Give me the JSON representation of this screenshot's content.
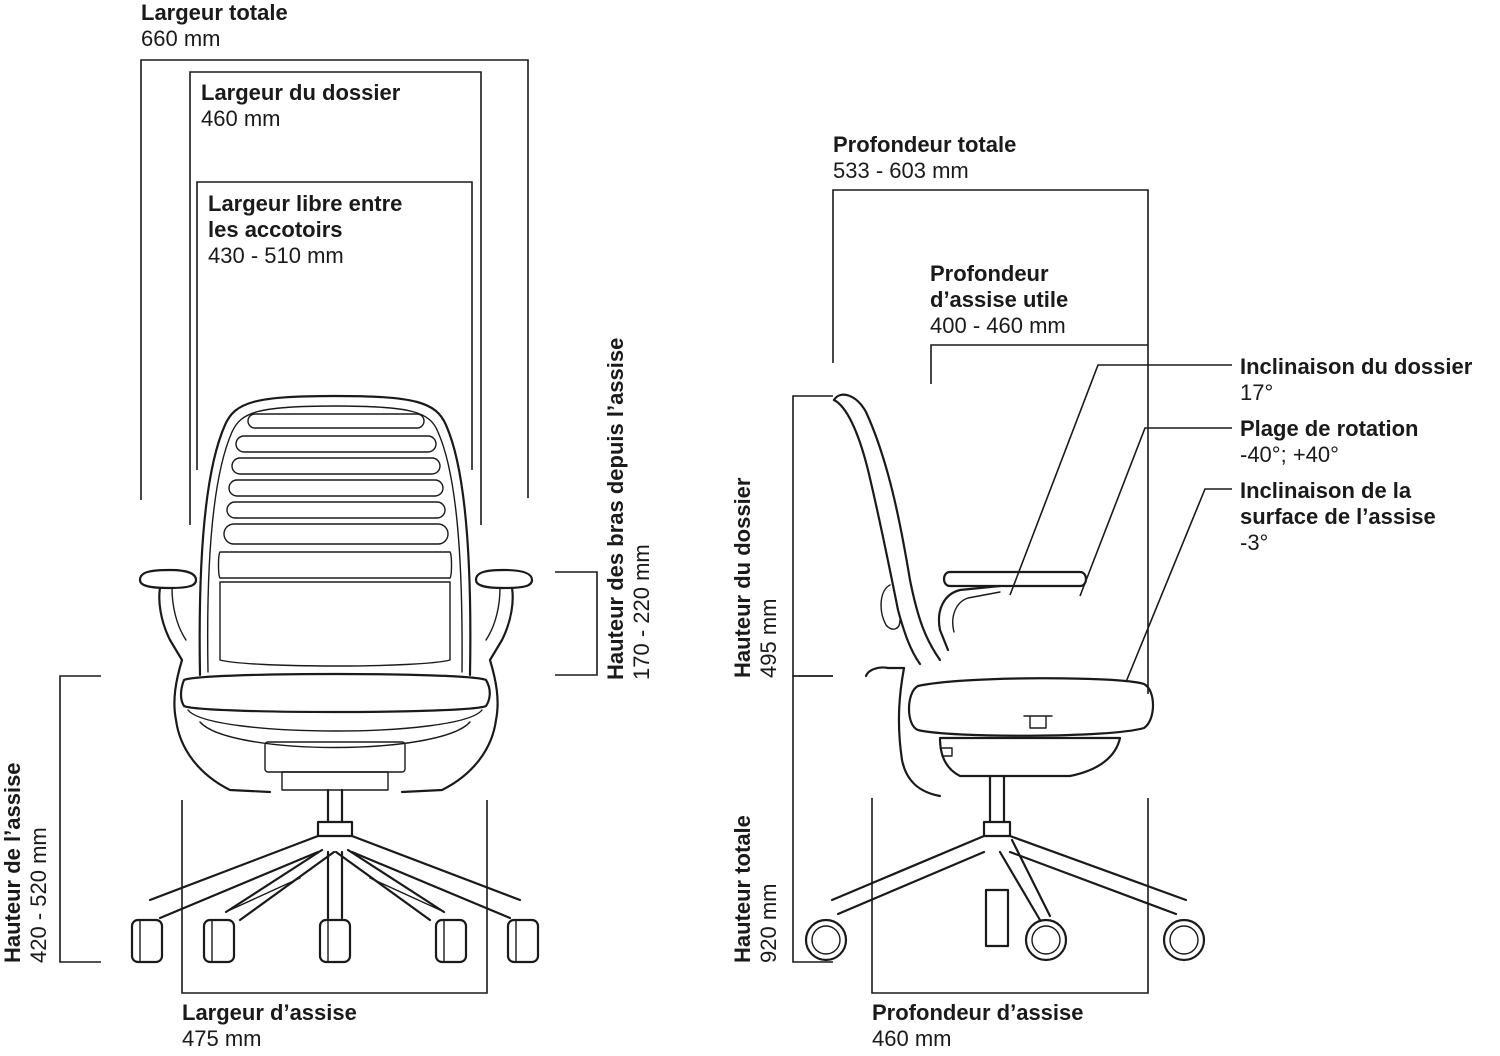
{
  "front_view": {
    "overall_width": {
      "title": "Largeur totale",
      "value": "660 mm"
    },
    "back_width": {
      "title": "Largeur du dossier",
      "value": "460 mm"
    },
    "armrest_clearance": {
      "title_line1": "Largeur libre entre",
      "title_line2": "les accotoirs",
      "value": "430 - 510 mm"
    },
    "arm_height": {
      "title": "Hauteur des bras depuis l’assise",
      "value": "170 - 220 mm"
    },
    "seat_height": {
      "title": "Hauteur de l’assise",
      "value": "420 - 520 mm"
    },
    "seat_width": {
      "title": "Largeur d’assise",
      "value": "475 mm"
    }
  },
  "side_view": {
    "overall_depth": {
      "title": "Profondeur totale",
      "value": "533 - 603 mm"
    },
    "usable_seat_depth": {
      "title_line1": "Profondeur",
      "title_line2": "d’assise utile",
      "value": "400 - 460 mm"
    },
    "back_tilt": {
      "title": "Inclinaison du dossier",
      "value": "17°"
    },
    "rotation_range": {
      "title": "Plage de rotation",
      "value": "-40°; +40°"
    },
    "seat_surface_tilt": {
      "title_line1": "Inclinaison de la",
      "title_line2": "surface de l’assise",
      "value": "-3°"
    },
    "back_height": {
      "title": "Hauteur du dossier",
      "value": "495 mm"
    },
    "overall_height": {
      "title": "Hauteur totale",
      "value": "920 mm"
    },
    "seat_depth": {
      "title": "Profondeur d’assise",
      "value": "460 mm"
    }
  }
}
